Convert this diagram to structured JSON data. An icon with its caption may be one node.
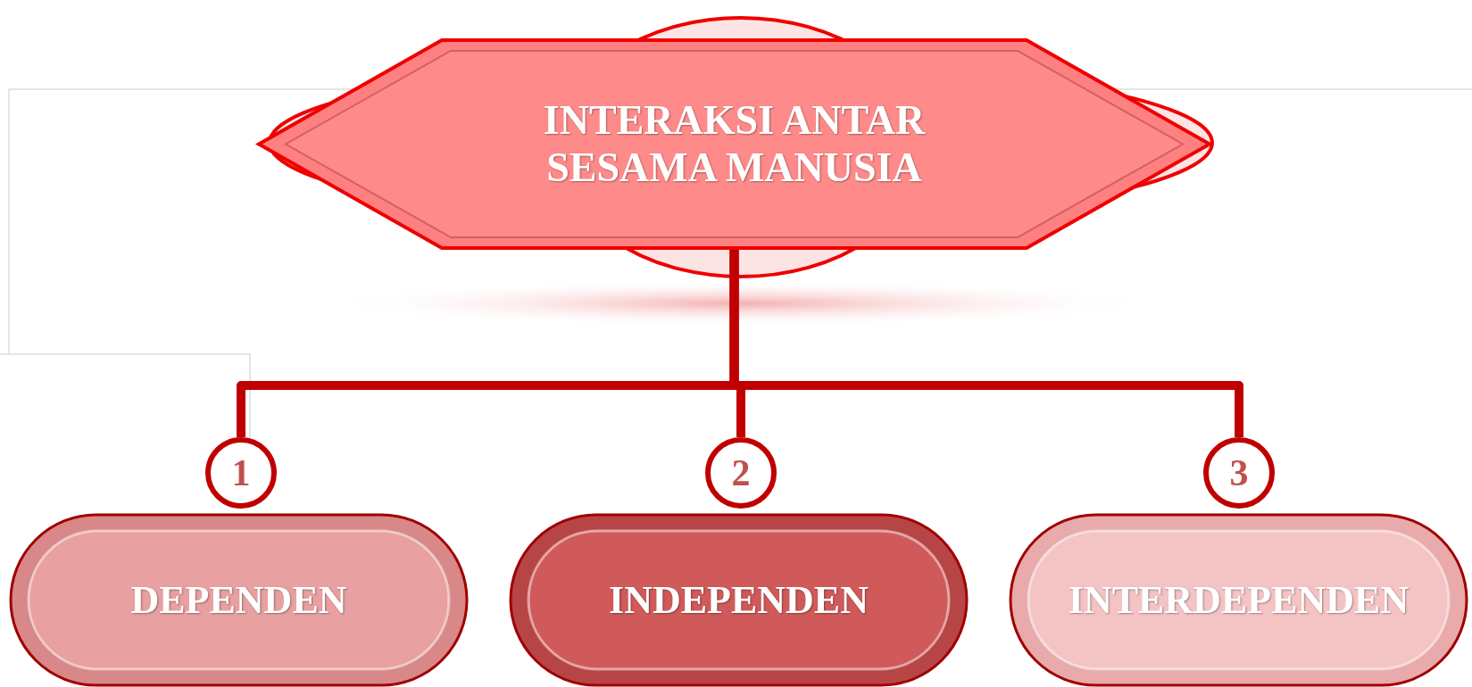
{
  "diagram": {
    "nodes": [
      {
        "text": [
          "INTERAKSI ANTAR SESAMA MANUSIA"
        ]
      },
      {
        "text": [
          "1"
        ]
      },
      {
        "text": [
          "2"
        ]
      },
      {
        "text": [
          "3"
        ]
      },
      {
        "text": [
          "DEPENDEN"
        ]
      },
      {
        "text": [
          "INDEPENDEN"
        ]
      },
      {
        "text": [
          "INTERDEPENDEN"
        ]
      }
    ],
    "edges": [
      {
        "from": 0,
        "to": 1,
        "arrow": "none"
      },
      {
        "from": 0,
        "to": 2,
        "arrow": "none"
      },
      {
        "from": 0,
        "to": 3,
        "arrow": "none"
      }
    ]
  }
}
